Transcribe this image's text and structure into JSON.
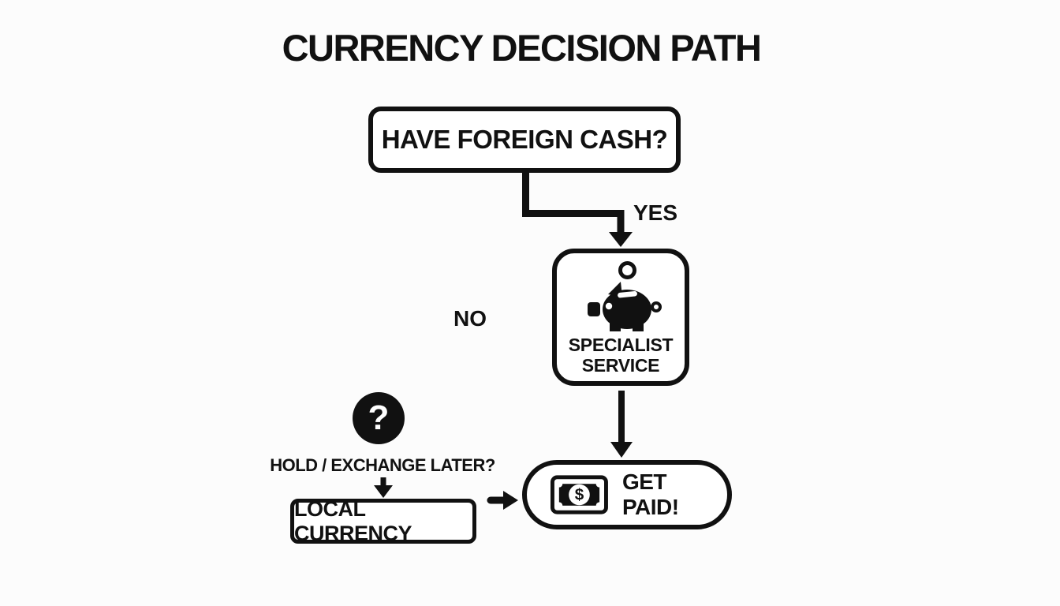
{
  "title": "CURRENCY DECISION PATH",
  "colors": {
    "ink": "#111111",
    "background": "#fcfcfc",
    "node_fill": "#ffffff"
  },
  "flowchart": {
    "start_node": {
      "label": "HAVE FOREIGN CASH?"
    },
    "branch_labels": {
      "yes": "YES",
      "no": "NO"
    },
    "specialist_node": {
      "label_line1": "SPECIALIST",
      "label_line2": "SERVICE",
      "icon": "piggy-bank-icon"
    },
    "no_branch": {
      "icon": "question-mark-icon",
      "question_mark": "?",
      "prompt": "HOLD / EXCHANGE LATER?",
      "node": {
        "label": "LOCAL CURRENCY"
      }
    },
    "outcome_node": {
      "label": "GET PAID!",
      "icon": "dollar-bill-icon",
      "currency_symbol": "$"
    }
  }
}
